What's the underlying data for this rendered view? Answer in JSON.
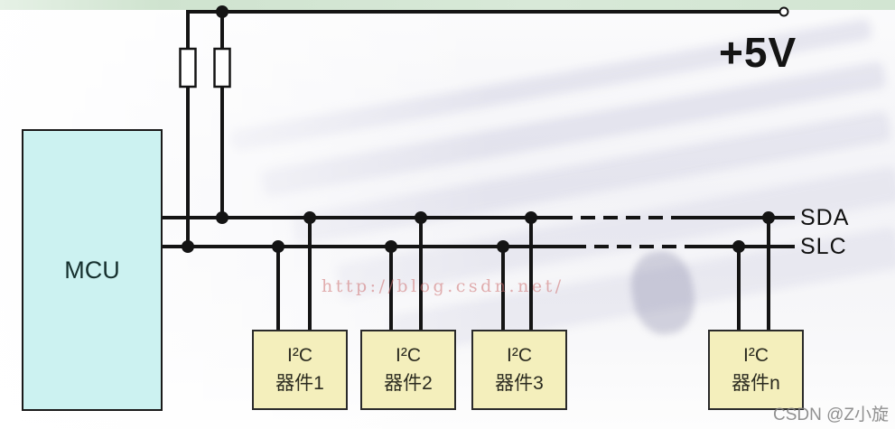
{
  "labels": {
    "power": "+5V",
    "sda": "SDA",
    "slc": "SLC"
  },
  "mcu": {
    "label": "MCU"
  },
  "devices": [
    {
      "line1": "I²C",
      "line2": "器件1"
    },
    {
      "line1": "I²C",
      "line2": "器件2"
    },
    {
      "line1": "I²C",
      "line2": "器件3"
    },
    {
      "line1": "I²C",
      "line2": "器件n"
    }
  ],
  "watermarks": {
    "center": "http://blog.csdn.net/",
    "corner": "CSDN @Z小旋"
  },
  "colors": {
    "wire": "#141414",
    "mcu_fill": "#ccf2f1",
    "device_fill": "#f4efbc",
    "top_strip": "#d4e6d4",
    "resistor_fill": "#ffffff",
    "watermark_center": "#ce7070",
    "watermark_corner": "#7d7d7d"
  }
}
